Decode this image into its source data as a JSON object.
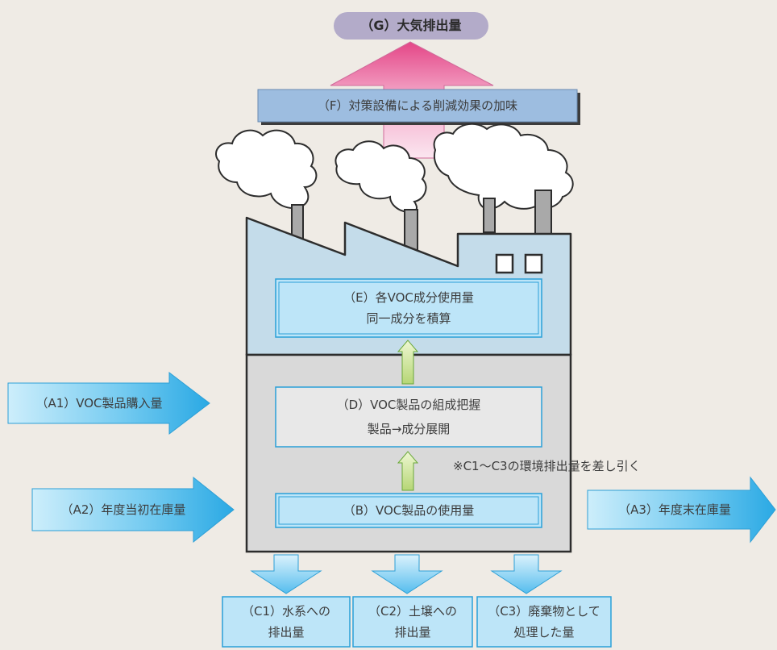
{
  "diagram": {
    "emission_to_air": "（G）大気排出量",
    "reduction_effect": "（F）対策設備による削減効果の加味",
    "component_usage": {
      "line1": "（E）各VOC成分使用量",
      "line2": "同一成分を積算"
    },
    "composition": {
      "line1": "（D）VOC製品の組成把握",
      "line2": "製品→成分展開"
    },
    "subtract_note": "※C1〜C3の環境排出量を差し引く",
    "product_usage": "（B）VOC製品の使用量",
    "purchase": "（A1）VOC製品購入量",
    "initial_stock": "（A2）年度当初在庫量",
    "final_stock": "（A3）年度末在庫量",
    "water": {
      "line1": "（C1）水系への",
      "line2": "排出量"
    },
    "soil": {
      "line1": "（C2）土壌への",
      "line2": "排出量"
    },
    "waste": {
      "line1": "（C3）廃棄物として",
      "line2": "処理した量"
    },
    "colors": {
      "background": "#efebe5",
      "pill": "#b3abc9",
      "reduction_box": "#9dbde0",
      "factory_upper": "#c4dcea",
      "factory_lower": "#d9d9d9",
      "box_fill": "#bde5f8",
      "blue_arrow": "#45b4e8",
      "pink_arrow": "#e64f8a",
      "green_arrow": "#d6eaa0"
    }
  }
}
